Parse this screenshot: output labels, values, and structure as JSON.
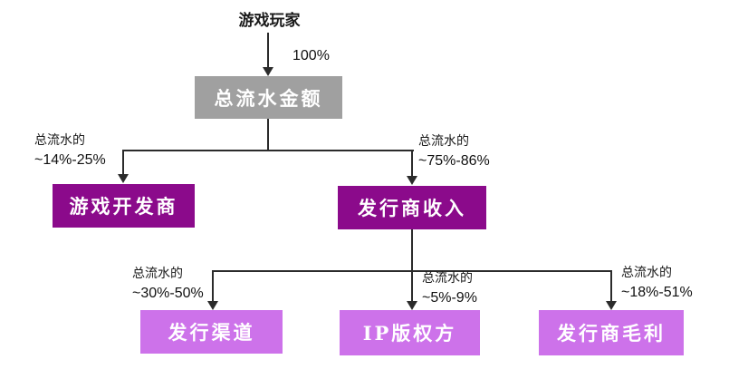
{
  "diagram": {
    "root": {
      "label": "游戏玩家",
      "arrow_label": "100%"
    },
    "total": {
      "label": "总流水金额"
    },
    "level2": [
      {
        "share_prefix": "总流水的",
        "share_range": "~14%-25%",
        "label": "游戏开发商"
      },
      {
        "share_prefix": "总流水的",
        "share_range": "~75%-86%",
        "label": "发行商收入"
      }
    ],
    "level3": [
      {
        "share_prefix": "总流水的",
        "share_range": "~30%-50%",
        "label": "发行渠道"
      },
      {
        "share_prefix": "总流水的",
        "share_range": "~5%-9%",
        "label": "IP版权方"
      },
      {
        "share_prefix": "总流水的",
        "share_range": "~18%-51%",
        "label": "发行商毛利"
      }
    ],
    "colors": {
      "total_box_bg": "#A0A0A0",
      "level2_box_bg": "#8B0A8B",
      "level3_box_bg": "#CD72EA",
      "box_text": "#FFFFFF",
      "line": "#2B2B2B"
    }
  }
}
